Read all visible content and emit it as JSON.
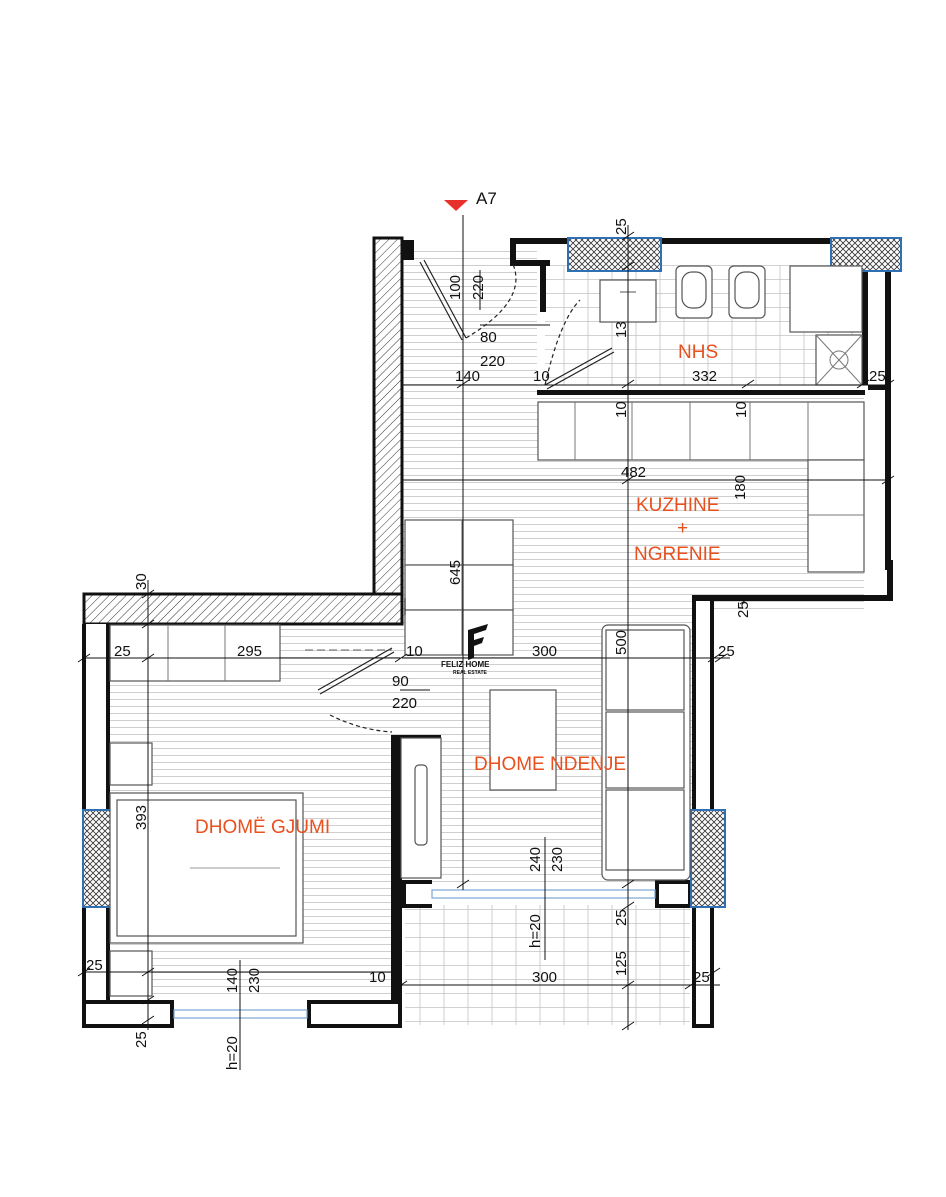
{
  "marker": {
    "label": "A7",
    "color": "#e8312d"
  },
  "rooms": {
    "nhs": "NHS",
    "kuzhine": "KUZHINE",
    "plus": "+",
    "ngrenie": "NGRENIE",
    "dhome_ndenje": "DHOME NDENJE",
    "dhome_gjumi": "DHOMË GJUMI"
  },
  "room_label_color": "#e8501e",
  "accent_frame_color": "#2f6fb3",
  "watermark": {
    "brand": "FELIZ HOME",
    "sub": "REAL ESTATE"
  },
  "dims": {
    "d25_top": "25",
    "d100": "100",
    "d220_top": "220",
    "d80": "80",
    "d220_b": "220",
    "d13": "13",
    "d140_top": "140",
    "d10_nhs": "10",
    "d332": "332",
    "d25_nhs": "25",
    "d10_k1": "10",
    "d10_k2": "10",
    "d482": "482",
    "d180": "180",
    "d645": "645",
    "d30": "30",
    "d25_left": "25",
    "d295": "295",
    "d10_mid": "10",
    "d300_mid": "300",
    "d500": "500",
    "d25_right1": "25",
    "d25_right2": "25",
    "d90": "90",
    "d220_c": "220",
    "d393": "393",
    "d240": "240",
    "d230_bal": "230",
    "d25_bal": "25",
    "h20_bal": "h=20",
    "d125": "125",
    "d300_bot": "300",
    "d10_bot": "10",
    "d25_bot_right": "25",
    "d25_bot_left": "25",
    "d140_bot": "140",
    "d230_bot": "230",
    "d25_very_bot": "25",
    "h20_bot": "h=20"
  }
}
